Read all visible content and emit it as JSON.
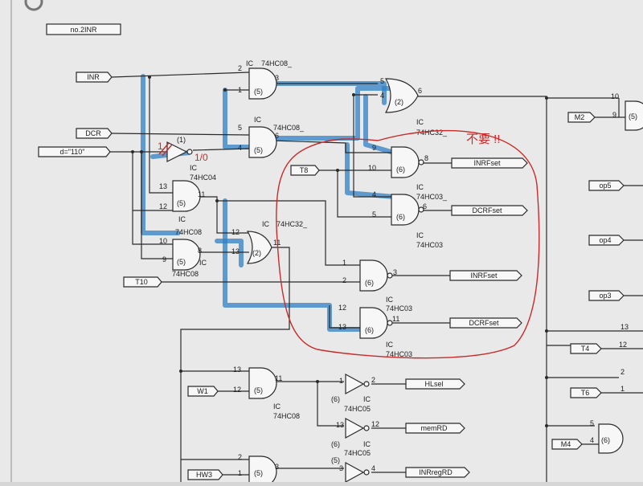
{
  "diagram": {
    "title": "no.2INR",
    "inputs": {
      "inr": "INR",
      "dcr": "DCR",
      "d": "d=\"110\"",
      "t8": "T8",
      "t10": "T10",
      "w1": "W1",
      "hw3": "HW3"
    },
    "outputs": {
      "inrfset_top": "INRFset",
      "dcrfset_top": "DCRFset",
      "inrfset_bottom": "INRFset",
      "dcrfset_bottom": "DCRFset",
      "hlsel": "HLsel",
      "memrd": "memRD",
      "inrregrd": "INRregRD"
    },
    "right_labels": {
      "m2": "M2",
      "op5": "op5",
      "op4": "op4",
      "op3": "op3",
      "t4": "T4",
      "t6": "T6",
      "m4": "M4"
    },
    "ic_word": "IC",
    "chips": {
      "and_top": "74HC08_",
      "and_mid": "74HC08_",
      "or_top": "74HC32_",
      "inverter": "74HC04",
      "and_left_a": "74HC08",
      "and_left_b": "74HC08",
      "or_mid": "74HC32_",
      "nand_a": "74HC03_",
      "nand_b": "74HC03",
      "nand_c": "74HC03",
      "nand_d": "74HC03_",
      "and_w1": "74HC08",
      "not_a": "74HC05",
      "not_b": "74HC05"
    },
    "gate_numbers": {
      "g5": "(5)",
      "g2": "(2)",
      "g6": "(6)",
      "g1": "(1)"
    },
    "annotations": {
      "handwritten_note": "不要 !!",
      "inverter_mark": "1/0",
      "slash_mark": "1"
    }
  }
}
